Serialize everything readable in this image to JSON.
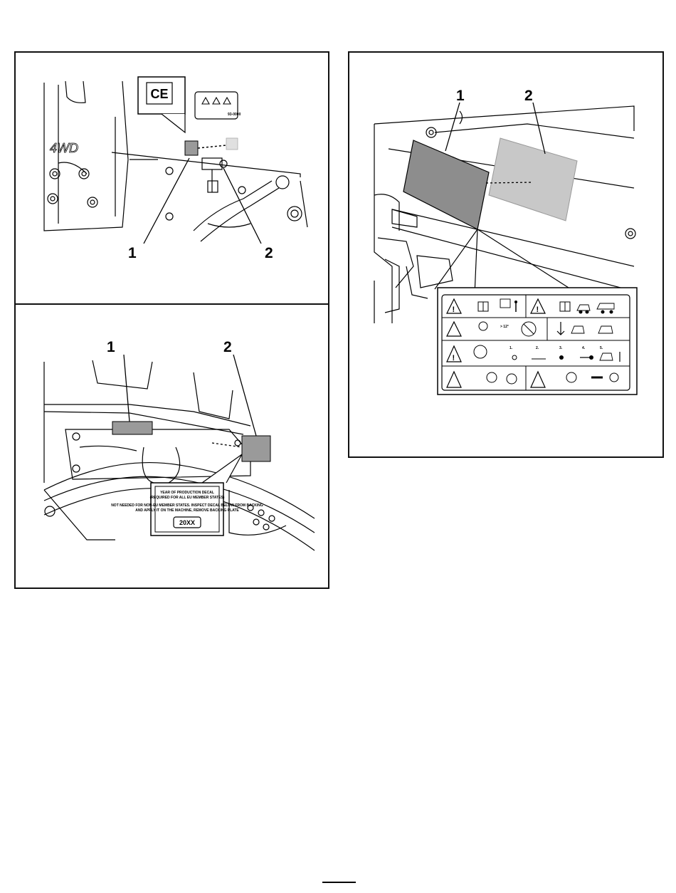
{
  "figure_top_left": {
    "callouts": [
      "1",
      "2"
    ],
    "ce_mark": "CE",
    "warning_triangles": 3,
    "decal_code": "93-0000",
    "logo_text": "4WD"
  },
  "figure_bottom_left": {
    "callouts": [
      "1",
      "2"
    ],
    "decal_title": "YEAR OF PRODUCTION DECAL",
    "decal_subtitle": "(REQUIRED FOR ALL EU MEMBER STATES)",
    "decal_line1": "NOT NEEDED FOR NON-EU MEMBER STATES. INSPECT DECAL BELOW FROM BACKING",
    "decal_line2": "AND APPLY IT ON THE MACHINE, REMOVE BACKING PLATE",
    "decal_year": "20XX"
  },
  "figure_right": {
    "callouts": [
      "1",
      "2"
    ],
    "step_numbers": [
      "1.",
      "2.",
      "3.",
      "4.",
      "5."
    ],
    "speed_label": "> 12°"
  }
}
